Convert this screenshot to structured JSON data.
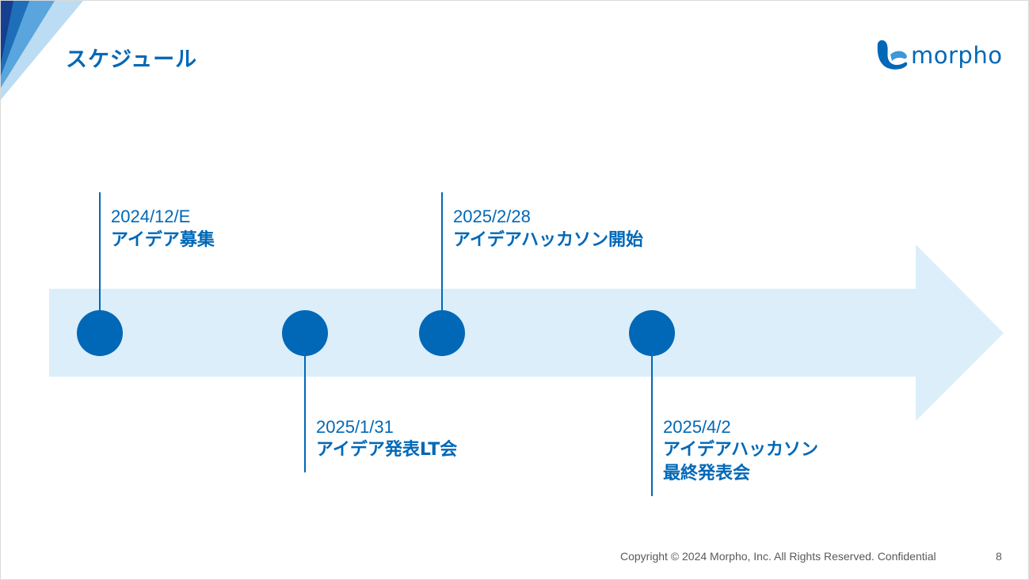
{
  "slide": {
    "title": "スケジュール",
    "page_number": "8",
    "footer": "Copyright © 2024 Morpho, Inc. All Rights Reserved. Confidential"
  },
  "logo": {
    "text": "morpho",
    "icon": "morpho-butterfly-logo"
  },
  "timeline": {
    "events": [
      {
        "date": "2024/12/E",
        "label": "アイデア募集"
      },
      {
        "date": "2025/1/31",
        "label": "アイデア発表LT会"
      },
      {
        "date": "2025/2/28",
        "label": "アイデアハッカソン開始"
      },
      {
        "date": "2025/4/2",
        "label": "アイデアハッカソン",
        "label2": "最終発表会"
      }
    ]
  },
  "colors": {
    "accent": "#0068b7",
    "arrow_fill": "#dceefa",
    "footer_text": "#595959"
  }
}
